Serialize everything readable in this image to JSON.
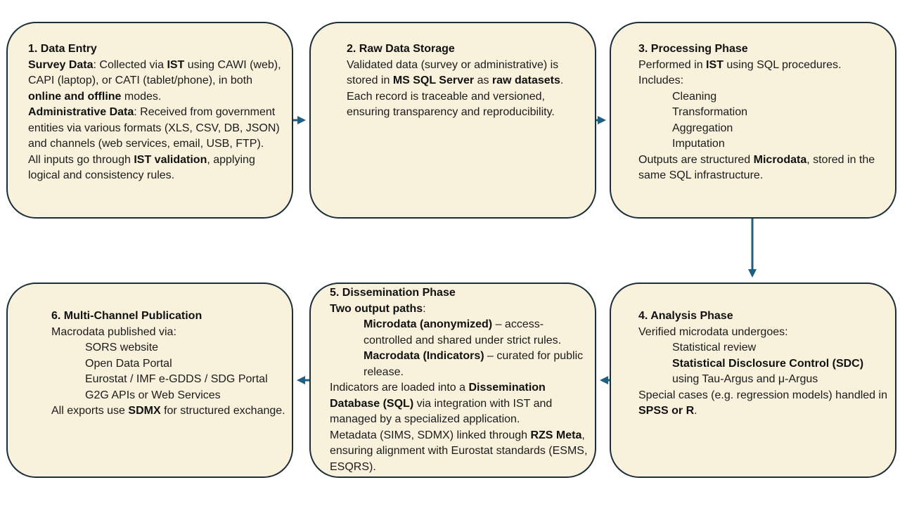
{
  "colors": {
    "box_fill": "#f8f1dc",
    "box_border": "#1c2e3a",
    "arrow": "#1f5f80"
  },
  "box1": {
    "title": "1. Data Entry",
    "survey_label": "Survey Data",
    "survey_t1": ": Collected via ",
    "survey_ist": "IST",
    "survey_t2": " using CAWI (web), CAPI (laptop), or CATI (tablet/phone), in both ",
    "survey_modes": "online and offline",
    "survey_t3": " modes.",
    "admin_label": "Administrative Data",
    "admin_text": ": Received from government entities via various formats (XLS, CSV, DB, JSON) and channels (web services, email, USB, FTP).",
    "validation_t1": "All inputs go through ",
    "validation_bold": "IST validation",
    "validation_t2": ", applying logical and consistency rules."
  },
  "box2": {
    "title": "2. Raw Data Storage",
    "t1": "Validated data (survey or administrative) is stored in ",
    "server": "MS SQL Server",
    "t2": " as ",
    "raw": "raw datasets",
    "t3": ".",
    "trace": "Each record is traceable and versioned, ensuring transparency and reproducibility."
  },
  "box3": {
    "title": "3. Processing Phase",
    "t1": "Performed in ",
    "ist": "IST",
    "t2": " using SQL procedures.",
    "includes": "Includes:",
    "steps": [
      "Cleaning",
      "Transformation",
      "Aggregation",
      "Imputation"
    ],
    "out_t1": "Outputs are structured ",
    "out_bold": "Microdata",
    "out_t2": ", stored in the same SQL infrastructure."
  },
  "box4": {
    "title": "4. Analysis Phase",
    "intro": "Verified microdata undergoes:",
    "review": "Statistical review",
    "sdc_bold": "Statistical Disclosure Control (SDC)",
    "sdc_text": " using Tau-Argus and μ-Argus",
    "special_t1": "Special cases (e.g. regression models) handled in ",
    "special_bold": "SPSS or R",
    "special_t2": "."
  },
  "box5": {
    "title": "5. Dissemination Phase",
    "paths_bold": "Two output paths",
    "paths_t": ":",
    "micro_bold": "Microdata (anonymized)",
    "micro_text": " – access-controlled and shared under strict rules.",
    "macro_bold": "Macrodata (Indicators)",
    "macro_text": " – curated for public release.",
    "ind_t1": "Indicators are loaded into a ",
    "ind_bold": "Dissemination Database (SQL)",
    "ind_t2": " via integration with IST and managed by a specialized application.",
    "meta_t1": "Metadata (SIMS, SDMX) linked through ",
    "meta_bold": "RZS Meta",
    "meta_t2": ", ensuring alignment with Eurostat standards (ESMS, ESQRS)."
  },
  "box6": {
    "title": "6. Multi-Channel Publication",
    "intro": "Macrodata published via:",
    "channels": [
      "SORS website",
      "Open Data Portal",
      "Eurostat / IMF e-GDDS / SDG Portal",
      "G2G APIs or Web Services"
    ],
    "exp_t1": "All exports use ",
    "exp_bold": "SDMX",
    "exp_t2": " for structured exchange."
  }
}
